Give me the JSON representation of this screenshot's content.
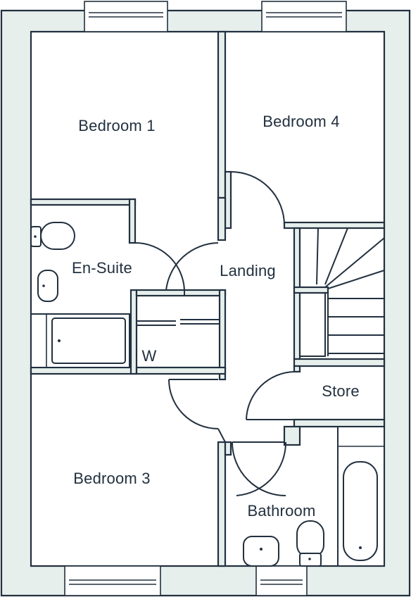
{
  "rooms": {
    "bedroom1": "Bedroom 1",
    "bedroom4": "Bedroom 4",
    "ensuite": "En-Suite",
    "landing": "Landing",
    "wardrobe": "W",
    "store": "Store",
    "bedroom3": "Bedroom 3",
    "bathroom": "Bathroom"
  },
  "colors": {
    "wall_fill": "#e7efed",
    "line": "#22303f",
    "background": "#ffffff"
  }
}
